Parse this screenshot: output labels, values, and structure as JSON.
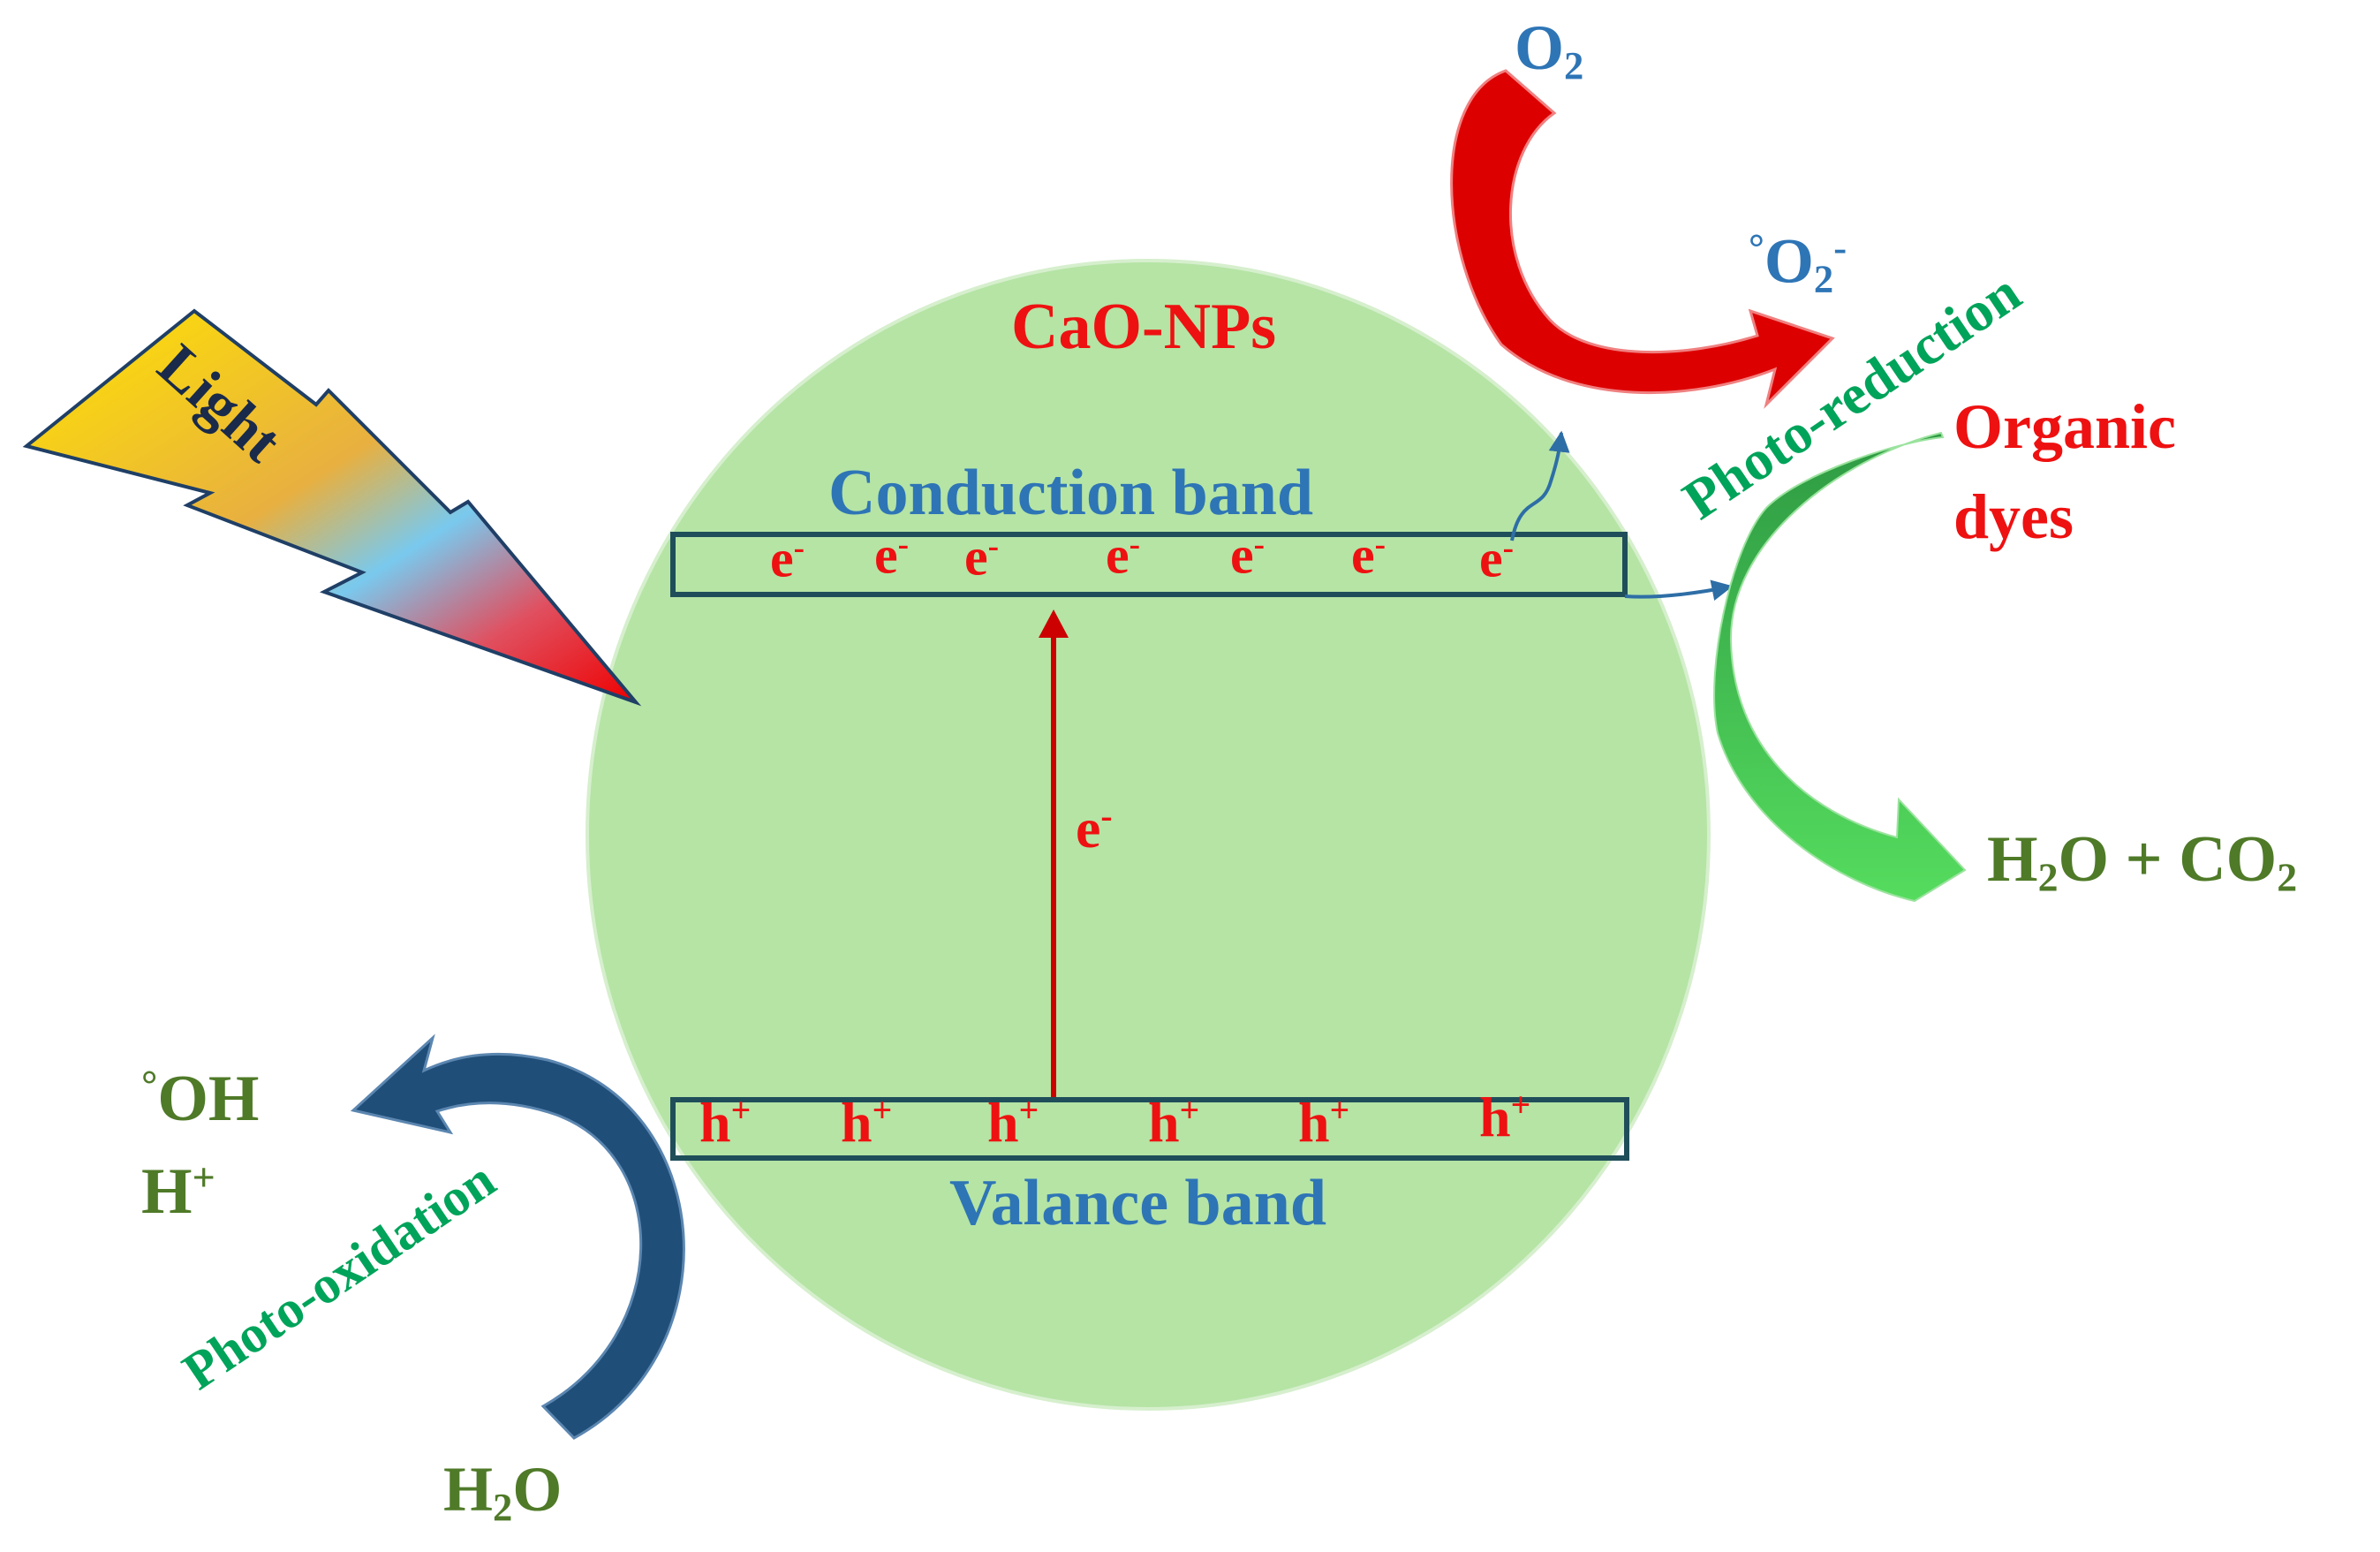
{
  "particle": {
    "label": "CaO-NPs"
  },
  "light": {
    "label": "Light"
  },
  "bands": {
    "conduction_label": "Conduction band",
    "valence_label": "Valance band",
    "electron": "e",
    "electron_charge": "-",
    "hole": "h",
    "hole_charge": "+",
    "electron_count": 7,
    "hole_count": 6
  },
  "excitation": {
    "label": "e",
    "charge": "-"
  },
  "reduction": {
    "label": "Photo-reduction",
    "reactant": {
      "main": "O",
      "sub": "2"
    },
    "product": {
      "pre": "°",
      "main": "O",
      "sub": "2",
      "sup": "-"
    }
  },
  "degradation": {
    "reactant_line1": "Organic",
    "reactant_line2": "dyes",
    "product": {
      "a": "H",
      "a_sub": "2",
      "b": "O + CO",
      "b_sub": "2"
    }
  },
  "oxidation": {
    "label": "Photo-oxidation",
    "reactant": {
      "a": "H",
      "a_sub": "2",
      "b": "O"
    },
    "product1": {
      "pre": "°",
      "main": "OH"
    },
    "product2": {
      "main": "H",
      "sup": "+"
    }
  },
  "colors": {
    "particle_fill": "#b5e4a5",
    "band_border": "#1f4e5a",
    "red_text": "#ee1111",
    "blue_text": "#2e75b6",
    "green_text": "#00a35a",
    "dark_green_text": "#4f7a28",
    "red_arrow": "#dd0000",
    "navy_arrow": "#1f4e79",
    "green_arrow": "#4fcf57"
  }
}
